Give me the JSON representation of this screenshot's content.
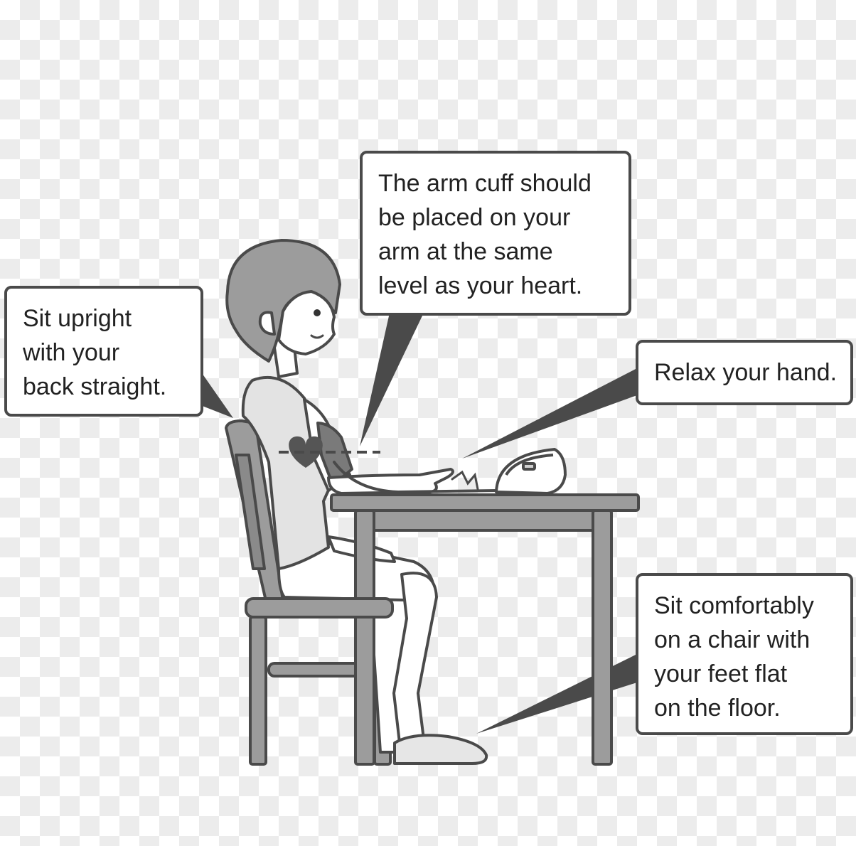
{
  "colors": {
    "outline": "#4a4a4a",
    "furniture_fill": "#9c9c9c",
    "heart": "#555555",
    "callout_border": "#4a4a4a",
    "text": "#222222"
  },
  "icons": [
    "heart-icon",
    "blood-pressure-monitor-icon"
  ],
  "callouts": {
    "back": {
      "lines": [
        "Sit upright",
        "with your",
        "back straight."
      ]
    },
    "cuff": {
      "lines": [
        "The arm cuff should",
        "be placed on your",
        "arm at the same",
        "level as your heart."
      ]
    },
    "hand": {
      "lines": [
        "Relax your hand."
      ]
    },
    "feet": {
      "lines": [
        "Sit comfortably",
        "on a chair with",
        "your feet flat",
        "on the floor."
      ]
    }
  }
}
